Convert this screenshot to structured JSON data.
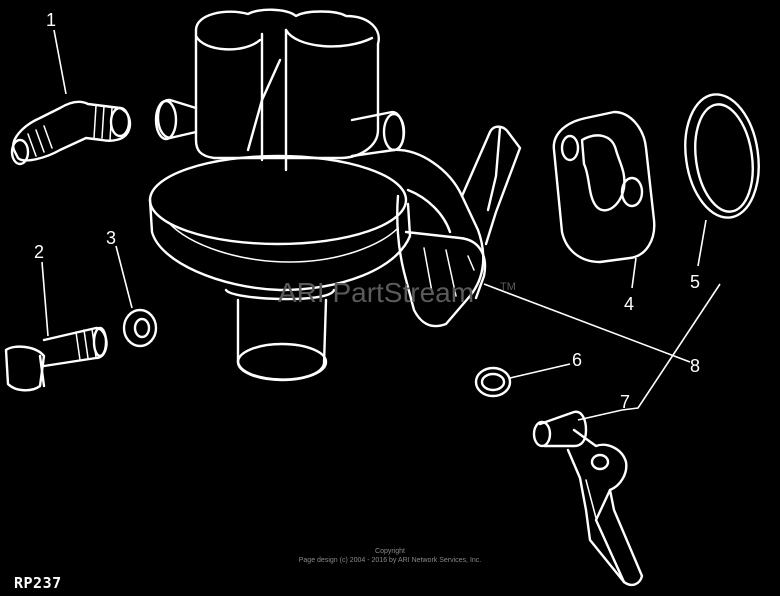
{
  "diagram": {
    "callouts": [
      {
        "id": "1",
        "label": "1"
      },
      {
        "id": "2",
        "label": "2"
      },
      {
        "id": "3",
        "label": "3"
      },
      {
        "id": "4",
        "label": "4"
      },
      {
        "id": "5",
        "label": "5"
      },
      {
        "id": "6",
        "label": "6"
      },
      {
        "id": "7",
        "label": "7"
      },
      {
        "id": "8",
        "label": "8"
      }
    ],
    "figure_code": "RP237"
  },
  "watermark": {
    "text": "ARI PartStream",
    "trademark": "TM"
  },
  "footer": {
    "copyright_title": "Copyright",
    "copyright_line": "Page design (c) 2004 - 2016 by ARI Network Services, Inc."
  },
  "colors": {
    "background": "#000000",
    "line_art": "#ffffff",
    "watermark": "#5a5a5a"
  }
}
